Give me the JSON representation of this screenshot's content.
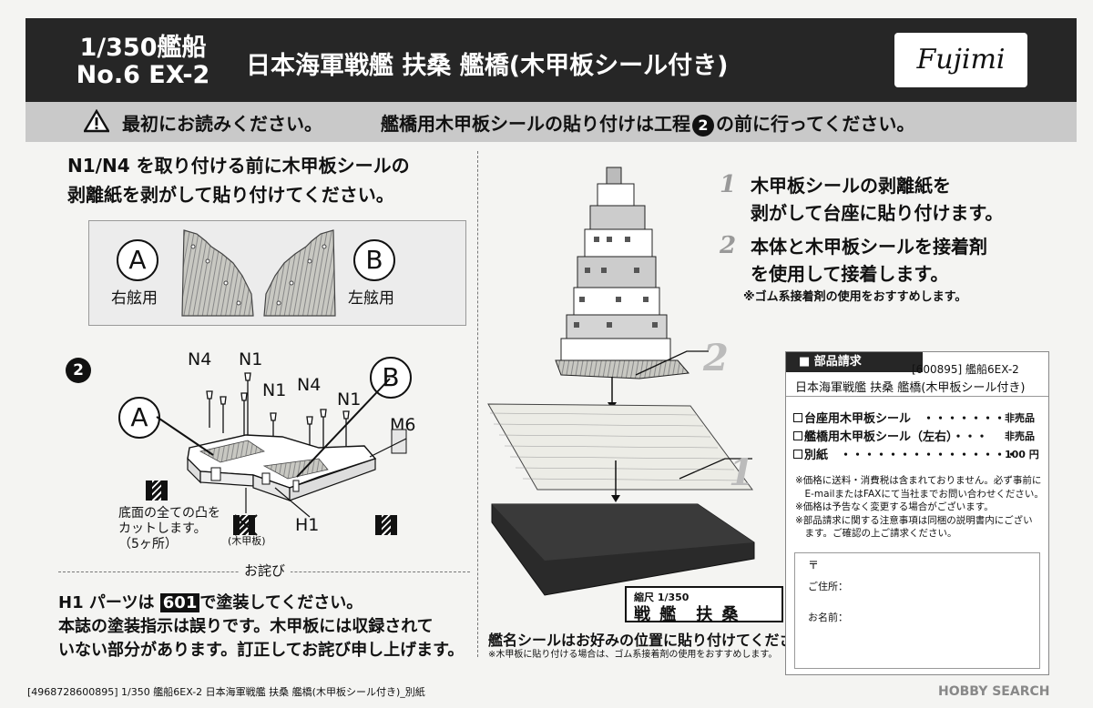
{
  "header": {
    "scale_line1": "1/350艦船",
    "scale_line2": "No.6 EX-2",
    "title": "日本海軍戦艦 扶桑 艦橋(木甲板シール付き)",
    "brand": "Fujimi"
  },
  "warning": {
    "lead": "最初にお読みください。",
    "before_num": "艦橋用木甲板シールの貼り付けは工程",
    "step_num": "2",
    "after_num": "の前に行ってください。"
  },
  "intro": {
    "line1": "N1/N4 を取り付ける前に木甲板シールの",
    "line2": "剥離紙を剥がして貼り付けてください。"
  },
  "parts_box": {
    "a_letter": "A",
    "a_label": "右舷用",
    "b_letter": "B",
    "b_label": "左舷用"
  },
  "step2": {
    "num": "2",
    "labels": {
      "n4_left": "N4",
      "n1_top": "N1",
      "n1_mid": "N1",
      "n4_right": "N4",
      "n1_right": "N1",
      "m6": "M6",
      "h1": "H1",
      "a": "A",
      "b": "B",
      "cut_x": "(木甲板)"
    },
    "cut_note": [
      "底面の全ての凸を",
      "カットします。",
      "（5ヶ所）"
    ]
  },
  "apology": {
    "title": "お詫び",
    "l1_pre": "H1 パーツは",
    "l1_color": "601",
    "l1_post": "で塗装してください。",
    "line2": "本誌の塗装指示は誤りです。木甲板には収録されて",
    "line3": "いない部分があります。訂正してお詫び申し上げます。"
  },
  "instructions": {
    "s1_num": "1",
    "s1_l1": "木甲板シールの剥離紙を",
    "s1_l2": "剥がして台座に貼り付けます。",
    "s2_num": "2",
    "s2_l1": "本体と木甲板シールを接着剤",
    "s2_l2": "を使用して接着します。",
    "rubber_note": "※ゴム系接着剤の使用をおすすめします。",
    "diagram_num_1": "1",
    "diagram_num_2": "2"
  },
  "nameplate": {
    "scale": "縮尺 1/350",
    "name": "戦 艦　扶 桑"
  },
  "seal_note": {
    "line1": "艦名シールはお好みの位置に貼り付けてください。",
    "line2": "※木甲板に貼り付ける場合は、ゴム系接着剤の使用をおすすめします。"
  },
  "order": {
    "head": "■ 部品請求",
    "code": "[600895] 艦船6EX-2",
    "product": "日本海軍戦艦 扶桑 艦橋(木甲板シール付き)",
    "rows": [
      {
        "name": "台座用木甲板シール　・・・・・・・",
        "price": "非売品"
      },
      {
        "name": "艦橋用木甲板シール（左右）・・・",
        "price": "非売品"
      },
      {
        "name": "別紙　・・・・・・・・・・・・・・・",
        "price": "100 円"
      }
    ],
    "notes": [
      "※価格に送料・消費税は含まれておりません。必ず事前に",
      "　E-mailまたはFAXにて当社までお問い合わせください。",
      "※価格は予告なく変更する場合がございます。",
      "※部品請求に関する注意事項は同梱の説明書内にござい",
      "　ます。ご確認の上ご請求ください。"
    ],
    "postal": "〒",
    "address": "ご住所：",
    "name_field": "お名前："
  },
  "footer": "[4968728600895] 1/350 艦船6EX-2 日本海軍戦艦 扶桑 艦橋(木甲板シール付き)_別紙",
  "watermark": "HOBBY SEARCH"
}
